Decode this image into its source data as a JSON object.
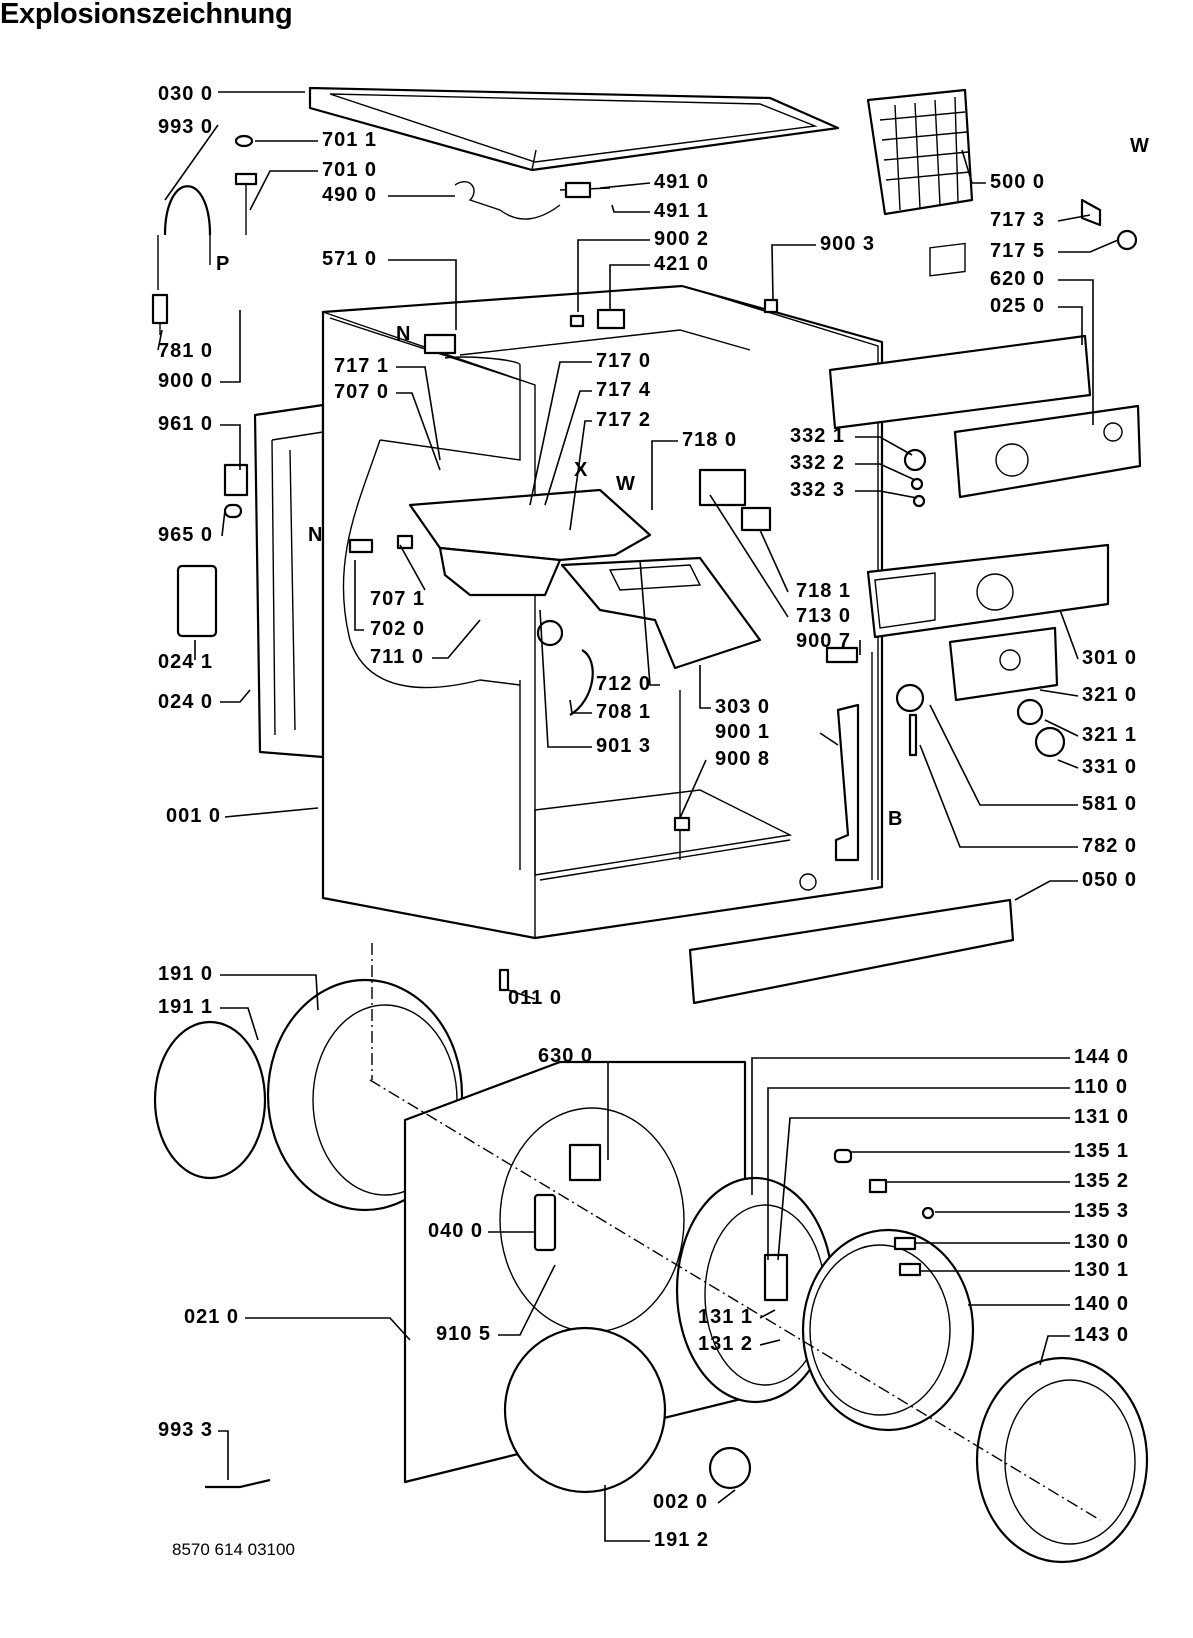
{
  "title": "Explosionszeichnung",
  "footer_code": "8570 614 03100",
  "callouts": [
    {
      "text": "030 0"
    },
    {
      "text": "993 0"
    },
    {
      "text": "701 1"
    },
    {
      "text": "701 0"
    },
    {
      "text": "490 0"
    },
    {
      "text": "571 0"
    },
    {
      "text": "781 0"
    },
    {
      "text": "900 0"
    },
    {
      "text": "717 1"
    },
    {
      "text": "707 0"
    },
    {
      "text": "961 0"
    },
    {
      "text": "965 0"
    },
    {
      "text": "024 1"
    },
    {
      "text": "024 0"
    },
    {
      "text": "001 0"
    },
    {
      "text": "707 1"
    },
    {
      "text": "702 0"
    },
    {
      "text": "711 0"
    },
    {
      "text": "717 0"
    },
    {
      "text": "717 4"
    },
    {
      "text": "717 2"
    },
    {
      "text": "718 0"
    },
    {
      "text": "491 0"
    },
    {
      "text": "491 1"
    },
    {
      "text": "900 2"
    },
    {
      "text": "421 0"
    },
    {
      "text": "900 3"
    },
    {
      "text": "500 0"
    },
    {
      "text": "717 3"
    },
    {
      "text": "717 5"
    },
    {
      "text": "620 0"
    },
    {
      "text": "025 0"
    },
    {
      "text": "332 1"
    },
    {
      "text": "332 2"
    },
    {
      "text": "332 3"
    },
    {
      "text": "718 1"
    },
    {
      "text": "713 0"
    },
    {
      "text": "900 7"
    },
    {
      "text": "712 0"
    },
    {
      "text": "708 1"
    },
    {
      "text": "901 3"
    },
    {
      "text": "303 0"
    },
    {
      "text": "900 1"
    },
    {
      "text": "900 8"
    },
    {
      "text": "301 0"
    },
    {
      "text": "321 0"
    },
    {
      "text": "321 1"
    },
    {
      "text": "331 0"
    },
    {
      "text": "581 0"
    },
    {
      "text": "782 0"
    },
    {
      "text": "050 0"
    },
    {
      "text": "191 0"
    },
    {
      "text": "191 1"
    },
    {
      "text": "011 0"
    },
    {
      "text": "630 0"
    },
    {
      "text": "144 0"
    },
    {
      "text": "110 0"
    },
    {
      "text": "131 0"
    },
    {
      "text": "135 1"
    },
    {
      "text": "135 2"
    },
    {
      "text": "135 3"
    },
    {
      "text": "130 0"
    },
    {
      "text": "130 1"
    },
    {
      "text": "140 0"
    },
    {
      "text": "143 0"
    },
    {
      "text": "040 0"
    },
    {
      "text": "021 0"
    },
    {
      "text": "910 5"
    },
    {
      "text": "131 1"
    },
    {
      "text": "131 2"
    },
    {
      "text": "993 3"
    },
    {
      "text": "002 0"
    },
    {
      "text": "191 2"
    }
  ],
  "markers": [
    {
      "text": "N"
    },
    {
      "text": "N"
    },
    {
      "text": "P"
    },
    {
      "text": "X"
    },
    {
      "text": "W"
    },
    {
      "text": "W"
    },
    {
      "text": "B"
    }
  ]
}
